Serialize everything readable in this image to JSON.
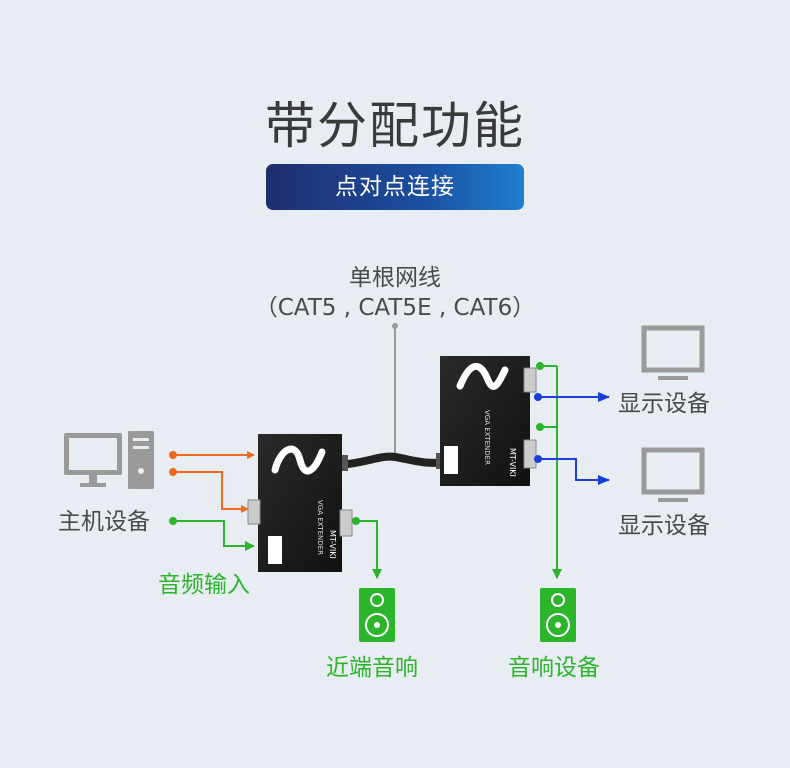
{
  "title": "带分配功能",
  "subtitle": "点对点连接",
  "cable": {
    "label": "单根网线",
    "types": "（CAT5 , CAT5E , CAT6）"
  },
  "host": {
    "label": "主机设备"
  },
  "audio_input": {
    "label": "音频输入"
  },
  "near_audio": {
    "label": "近端音响"
  },
  "remote_audio": {
    "label": "音响设备"
  },
  "displays": [
    {
      "label": "显示设备"
    },
    {
      "label": "显示设备"
    }
  ],
  "transmitter": {
    "brand": "MT-VIKI",
    "model": "VGA EXTENDER"
  },
  "receiver": {
    "brand": "MT-VIKI",
    "model": "VGA EXTENDER"
  },
  "colors": {
    "video_in": "#f06a1e",
    "audio": "#2bb52b",
    "video_out": "#1a3fd8",
    "cable_pointer": "#9a9a9a",
    "device_body": "#1e1e1e",
    "speaker": "#2bb52b",
    "icon_gray": "#9a9a9a"
  }
}
